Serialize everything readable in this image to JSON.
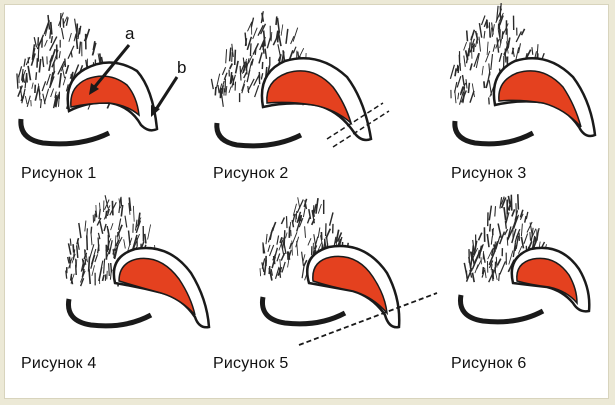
{
  "captions": [
    "Рисунок 1",
    "Рисунок 2",
    "Рисунок 3",
    "Рисунок 4",
    "Рисунок 5",
    "Рисунок 6"
  ],
  "annotations": {
    "a": "a",
    "b": "b"
  },
  "colors": {
    "quick": "#e4411f",
    "claw_fill": "#ffffff",
    "outline": "#1a1a1a",
    "fur": "#2a2a2a",
    "page_bg": "#ece9d6"
  }
}
